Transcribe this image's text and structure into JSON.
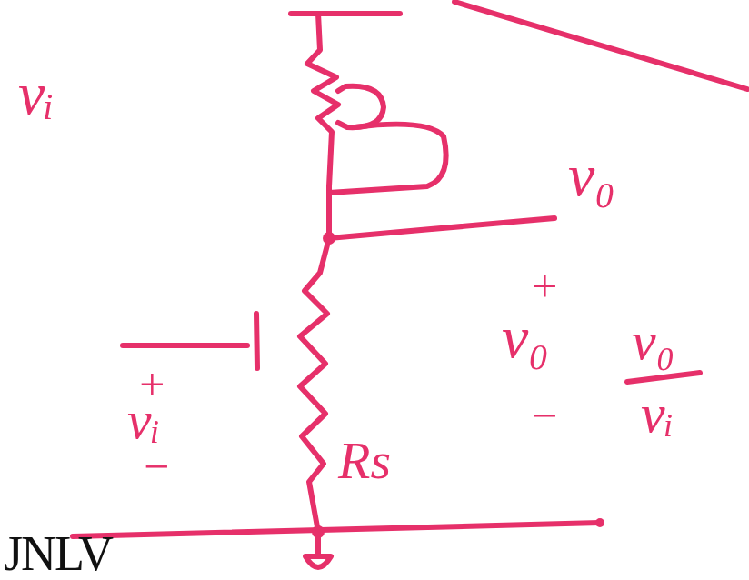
{
  "diagram": {
    "labels": [
      "v₀",
      "vᵢ",
      "+",
      "vᵢ",
      "−",
      "+",
      "v₀",
      "−",
      "v₀",
      "vᵢ",
      "Rs",
      "JNLV"
    ]
  }
}
